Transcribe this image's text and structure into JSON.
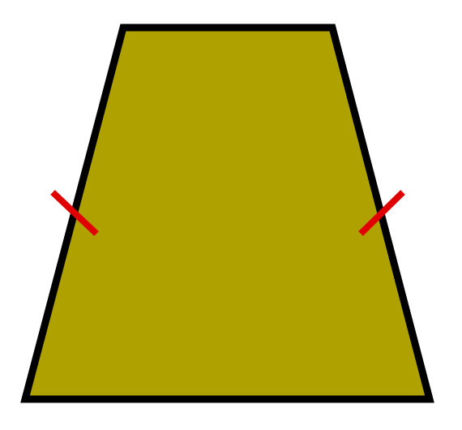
{
  "diagram": {
    "shape": "isosceles-trapezoid",
    "fill_color": "#aea100",
    "stroke_color": "#000000",
    "tick_marks": {
      "meaning": "equal-length-legs",
      "color": "#e00000",
      "count": 2
    },
    "background_color": "#ffffff"
  }
}
